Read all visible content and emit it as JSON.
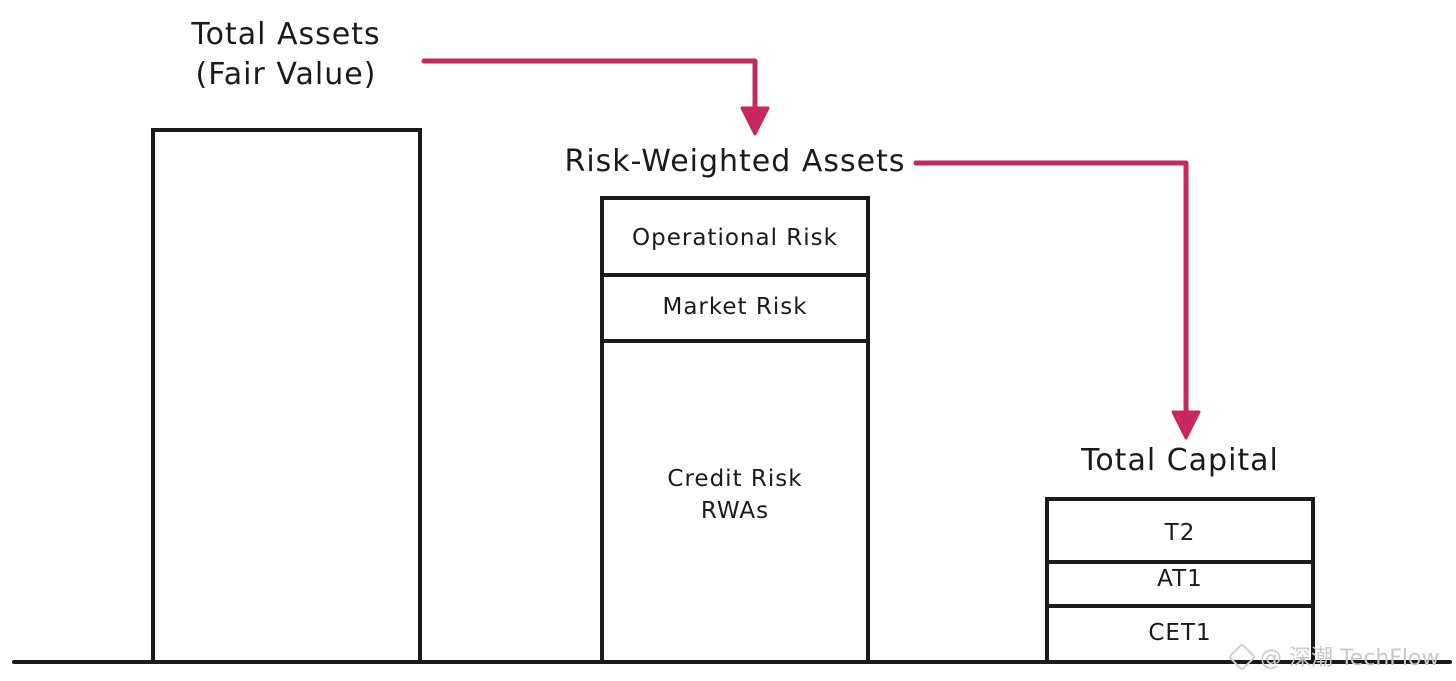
{
  "diagram": {
    "total_assets": {
      "title_line1": "Total Assets",
      "title_line2": "(Fair Value)"
    },
    "rwa": {
      "title": "Risk-Weighted Assets",
      "segments": {
        "operational": "Operational Risk",
        "market": "Market Risk",
        "credit_line1": "Credit Risk",
        "credit_line2": "RWAs"
      }
    },
    "capital": {
      "title": "Total Capital",
      "segments": {
        "t2": "T2",
        "at1": "AT1",
        "cet1": "CET1"
      }
    },
    "colors": {
      "stroke": "#1a1a1a",
      "arrow": "#c7265f",
      "background": "#ffffff"
    }
  },
  "watermark": {
    "text": "@ 深潮 TechFlow"
  }
}
